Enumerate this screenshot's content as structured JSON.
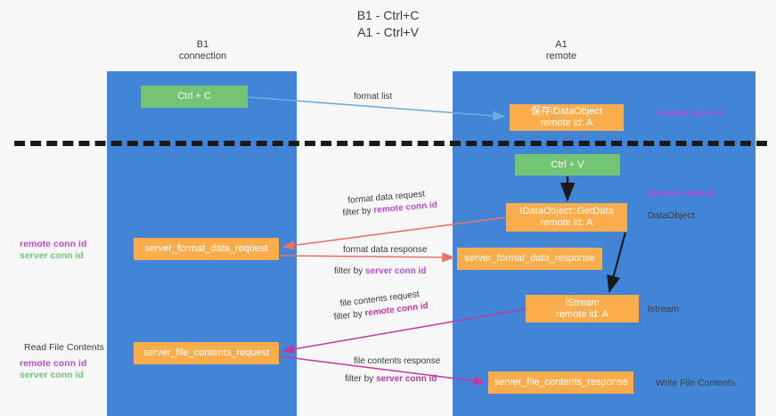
{
  "title": {
    "line1": "B1 - Ctrl+C",
    "line2": "A1 - Ctrl+V"
  },
  "lanes": [
    {
      "id": "b1",
      "name": "B1",
      "role": "connection",
      "color": "#4285d6"
    },
    {
      "id": "a1",
      "name": "A1",
      "role": "remote",
      "color": "#4285d6"
    }
  ],
  "colors": {
    "lane": "#4285d6",
    "green_box": "#74c476",
    "orange_box": "#fbad4c",
    "remote_conn_id": "#b84dd6",
    "server_conn_id": "#74c476",
    "divider": "#1a1a1a",
    "arrow_blue": "#6aaede",
    "arrow_red": "#e8736a",
    "arrow_black": "#1a1a1a",
    "arrow_magenta": "#c2389f",
    "background": "#f7f7f7"
  },
  "boxes": {
    "ctrl_c": {
      "label": "Ctrl + C",
      "color": "green"
    },
    "ctrl_v": {
      "label": "Ctrl + V",
      "color": "green"
    },
    "idataobject": {
      "line1": "保存IDataObject",
      "line2": "remote id: A",
      "color": "orange"
    },
    "getdata": {
      "line1": "IDataObject::GetData",
      "line2": "remote id: A",
      "color": "orange"
    },
    "istream": {
      "line1": "IStream",
      "line2": "remote id: A",
      "color": "orange"
    },
    "server_format_data_request": {
      "label": "server_format_data_request",
      "color": "orange"
    },
    "server_format_data_response": {
      "label": "server_format_data_response",
      "color": "orange"
    },
    "server_file_contents_request": {
      "label": "server_file_contents_request",
      "color": "orange"
    },
    "server_file_contents_response": {
      "label": "server_file_contents_response",
      "color": "orange"
    }
  },
  "edge_labels": {
    "format_list": "format list",
    "format_data_request": "format data request",
    "format_data_request_filter_prefix": "filter by ",
    "format_data_request_filter_key": "remote conn id",
    "format_data_response": "format data response",
    "format_data_response_filter_prefix": "filter by ",
    "format_data_response_filter_key": "server conn id",
    "file_contents_request": "file contents request",
    "file_contents_request_filter_prefix": "filter by ",
    "file_contents_request_filter_key": "remote conn id",
    "file_contents_response": "file contents response",
    "file_contents_response_filter_prefix": "filter by ",
    "file_contents_response_filter_key": "server conn id"
  },
  "annotations": {
    "right": {
      "remote_conn_id_top": "remote conn id",
      "remote_conn_id_mid": "remote conn id",
      "dataobject": "DataObject",
      "istream": "Istream",
      "write_file_contents": "Write File Contents"
    },
    "left": {
      "remote_conn_id_mid": "remote conn id",
      "server_conn_id_mid": "server conn id",
      "read_file_contents": "Read File Contents",
      "remote_conn_id_bottom": "remote conn id",
      "server_conn_id_bottom": "server conn id"
    }
  }
}
